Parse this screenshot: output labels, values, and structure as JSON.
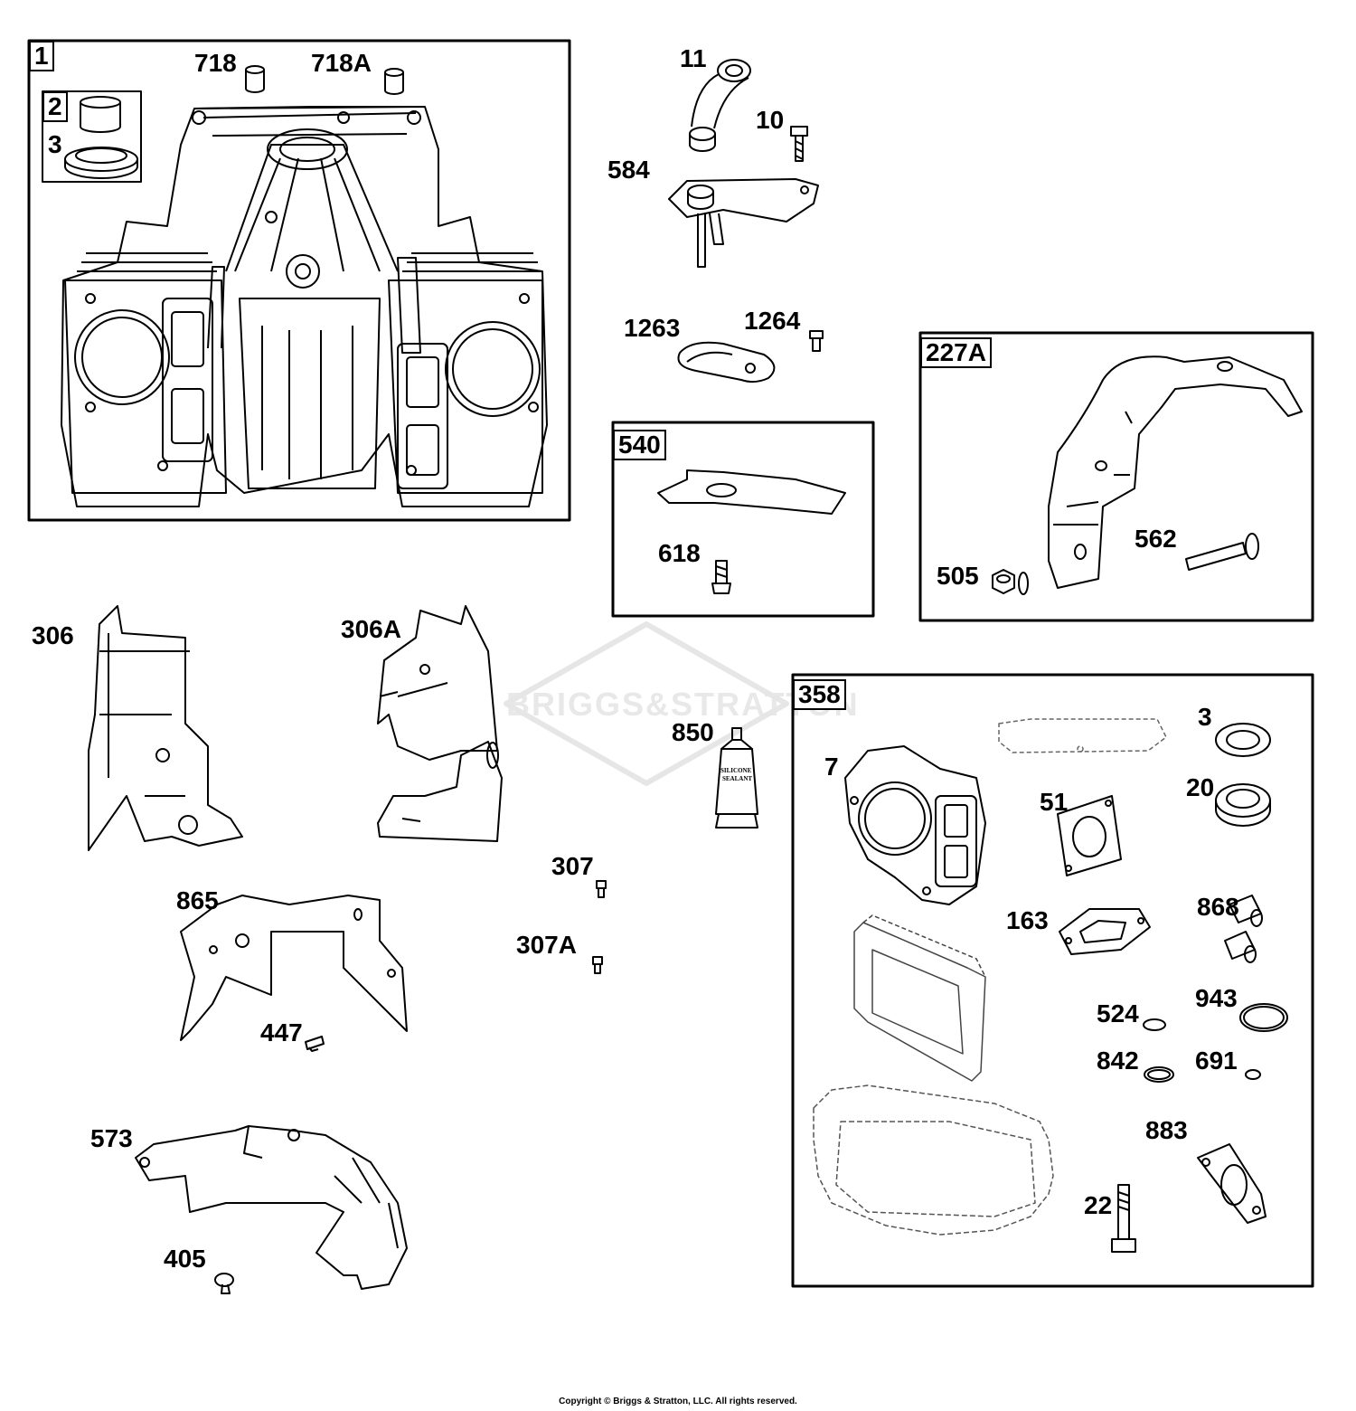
{
  "diagram": {
    "watermark": "BRIGGS&STRATTON",
    "copyright": "Copyright © Briggs & Stratton, LLC. All rights reserved.",
    "tube_text_1": "SILICONE",
    "tube_text_2": "SEALANT",
    "box_ids": {
      "b1": "1",
      "b2": "2",
      "b540": "540",
      "b227a": "227A",
      "b358": "358"
    },
    "parts": {
      "p718": "718",
      "p718a": "718A",
      "p3a": "3",
      "p11": "11",
      "p10": "10",
      "p584": "584",
      "p1263": "1263",
      "p1264": "1264",
      "p618": "618",
      "p505": "505",
      "p562": "562",
      "p306": "306",
      "p306a": "306A",
      "p850": "850",
      "p307": "307",
      "p307a": "307A",
      "p865": "865",
      "p447": "447",
      "p573": "573",
      "p405": "405",
      "p7": "7",
      "p3b": "3",
      "p20": "20",
      "p51": "51",
      "p163": "163",
      "p868": "868",
      "p524": "524",
      "p943": "943",
      "p842": "842",
      "p691": "691",
      "p883": "883",
      "p22": "22"
    }
  }
}
